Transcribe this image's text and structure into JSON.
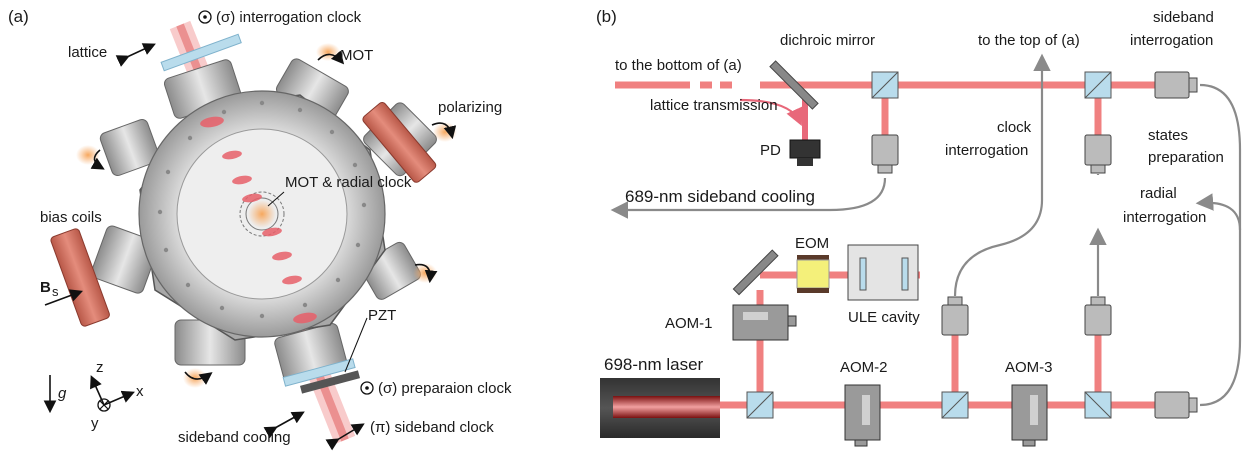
{
  "panel_a": {
    "tag": "(a)",
    "labels": {
      "interrogation_clock": "(σ) interrogation clock",
      "lattice": "lattice",
      "mot": "MOT",
      "polarizing": "polarizing",
      "mot_radial": "MOT & radial clock",
      "bias_coils": "bias coils",
      "bs": "B",
      "bs_sub": "s",
      "pzt": "PZT",
      "preparation_clock": "(σ) preparaion clock",
      "sideband_cooling": "sideband cooling",
      "sideband_clock": "(π) sideband clock",
      "axis_z": "z",
      "axis_x": "x",
      "axis_y": "y",
      "axis_g": "g"
    }
  },
  "panel_b": {
    "tag": "(b)",
    "labels": {
      "to_bottom": "to the bottom of (a)",
      "dichroic": "dichroic mirror",
      "to_top": "to the top of (a)",
      "sideband_interrogation": "sideband\ninterrogation",
      "lattice_transmission": "lattice transmission",
      "pd": "PD",
      "clock_interrogation": "clock\ninterrogation",
      "states_preparation": "states\npreparation",
      "sideband_cooling_689": "689-nm sideband cooling",
      "radial_interrogation": "radial\ninterrogation",
      "eom": "EOM",
      "aom1": "AOM-1",
      "ule_cavity": "ULE cavity",
      "laser_698": "698-nm laser",
      "aom2": "AOM-2",
      "aom3": "AOM-3"
    }
  },
  "colors": {
    "beam": "#f08080",
    "glass": "#b9dcec",
    "metal": "#a9a9a9",
    "coil": "#d9796a",
    "mot_beam": "#f7b072"
  }
}
